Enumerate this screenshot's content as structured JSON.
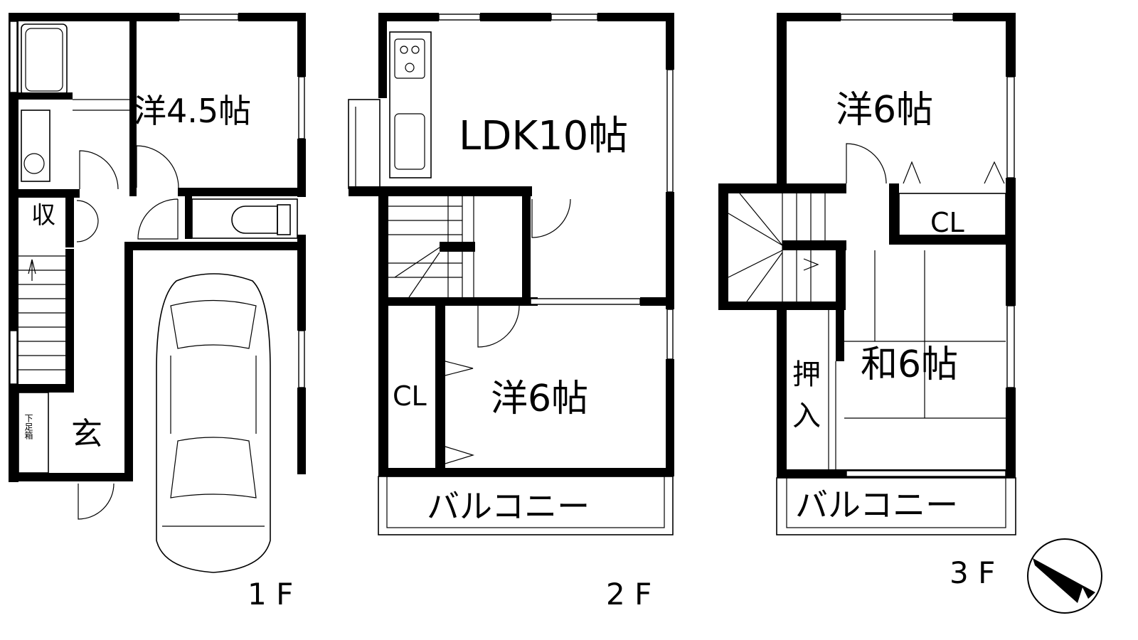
{
  "floors": {
    "f1": {
      "label": "1 F",
      "rooms": {
        "western": "洋4.5帖",
        "storage": "収",
        "entrance": "玄",
        "shoe_box": "下足箱"
      }
    },
    "f2": {
      "label": "2 F",
      "rooms": {
        "ldk": "LDK10帖",
        "western": "洋6帖",
        "closet": "CL",
        "balcony": "バルコニー"
      }
    },
    "f3": {
      "label": "3 F",
      "rooms": {
        "western": "洋6帖",
        "closet": "CL",
        "japanese": "和6帖",
        "oshiire_top": "押",
        "oshiire_bottom": "入",
        "balcony": "バルコニー"
      }
    }
  },
  "compass": {
    "icon": "north-arrow-icon"
  },
  "colors": {
    "wall": "#000000",
    "background": "#ffffff"
  }
}
